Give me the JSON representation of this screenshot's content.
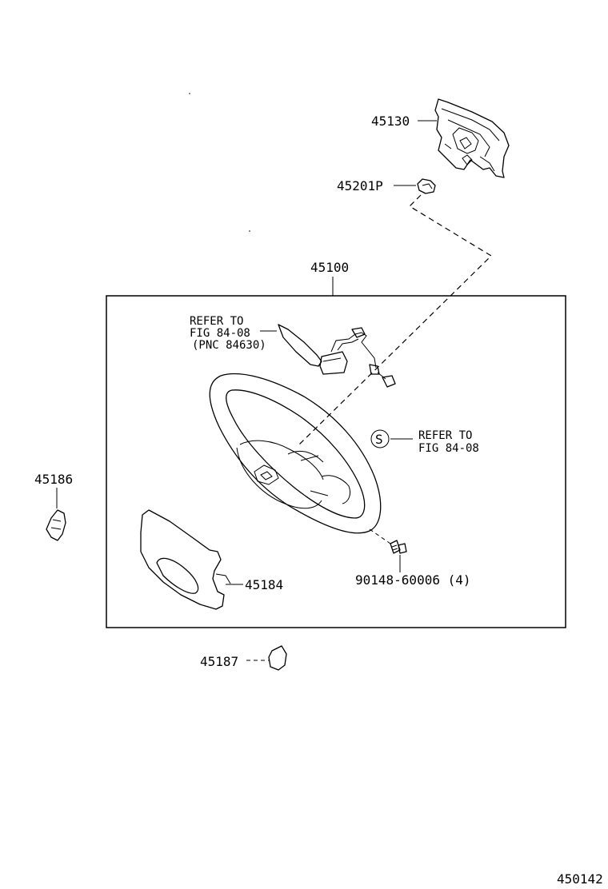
{
  "parts": {
    "p45130": "45130",
    "p45201p": "45201P",
    "p45100": "45100",
    "p45186": "45186",
    "p45184": "45184",
    "p45187": "45187",
    "p90148": "90148-60006 (4)"
  },
  "notes": {
    "refer_switch": {
      "line1": "REFER TO",
      "line2": "FIG 84-08",
      "line3": "(PNC 84630)"
    },
    "refer_s": {
      "symbol": "S",
      "line1": "REFER TO",
      "line2": "FIG 84-08"
    }
  },
  "diagram_code": "450142"
}
